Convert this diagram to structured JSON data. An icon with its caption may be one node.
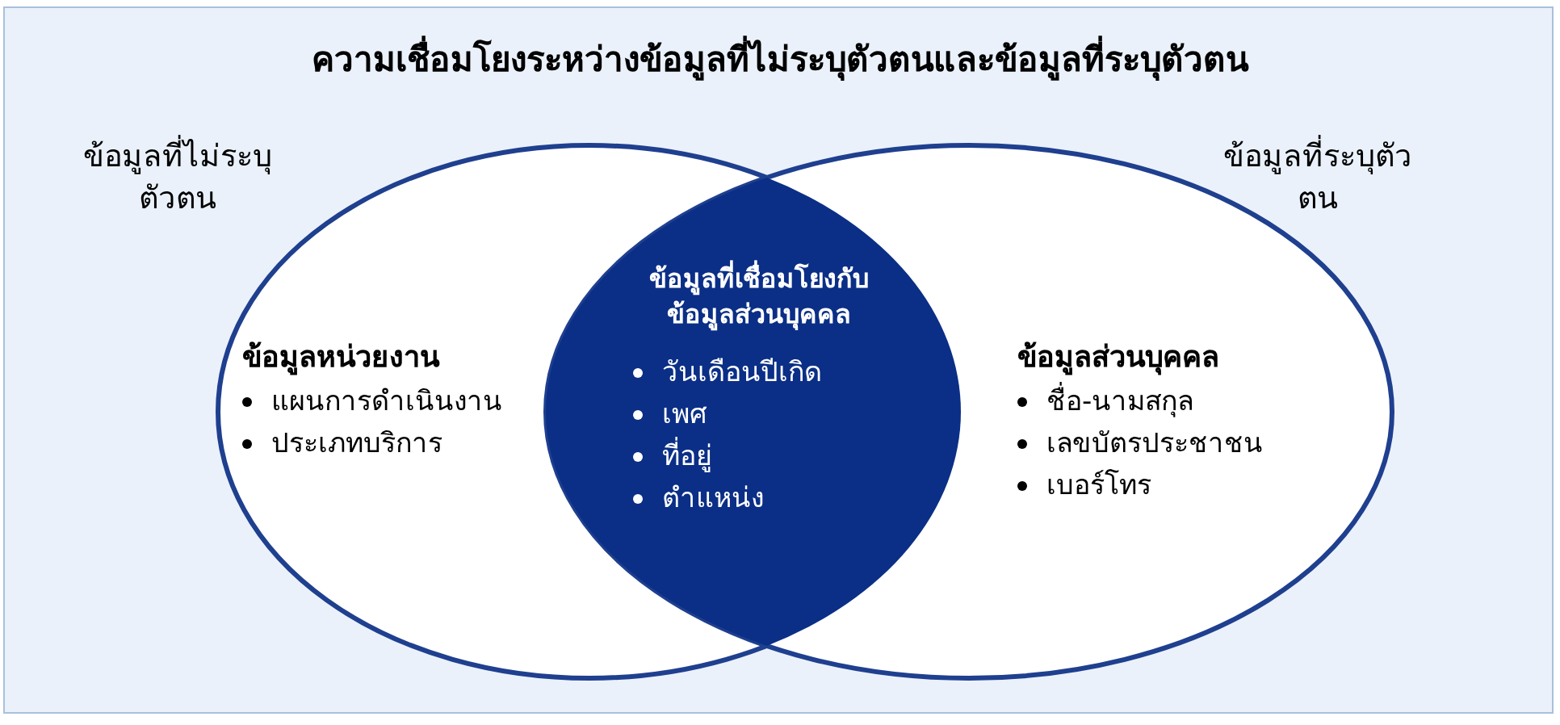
{
  "diagram": {
    "title": "ความเชื่อมโยงระหว่างข้อมูลที่ไม่ระบุตัวตนและข้อมูลที่ระบุตัวตน",
    "nodes": [
      {
        "text": [
          "ข้อมูลที่ไม่ระบุตัวตน",
          "ข้อมูลหน่วยงาน",
          "แผนการดำเนินงาน",
          "ประเภทบริการ"
        ]
      },
      {
        "text": [
          "ข้อมูลที่ระบุตัวตน",
          "ข้อมูลส่วนบุคคล",
          "ชื่อ-นามสกุล",
          "เลขบัตรประชาชน",
          "เบอร์โทร"
        ]
      },
      {
        "text": [
          "ข้อมูลที่เชื่อมโยงกับข้อมูลส่วนบุคคล",
          "วันเดือนปีเกิด",
          "เพศ",
          "ที่อยู่",
          "ตำแหน่ง"
        ]
      }
    ]
  }
}
